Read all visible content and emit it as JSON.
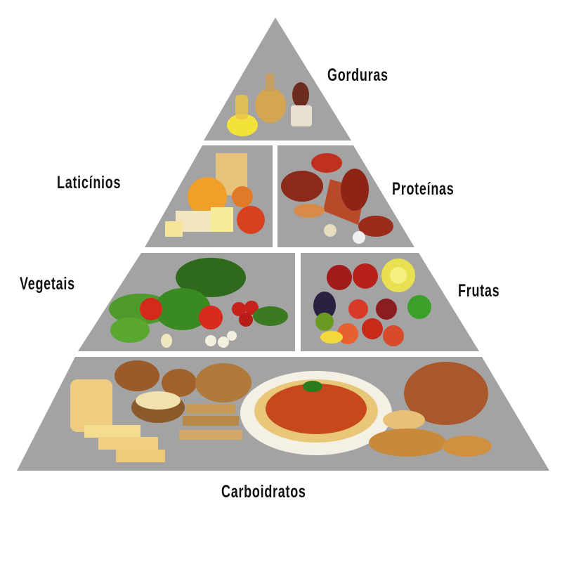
{
  "title": "Pirâmide alimentar",
  "tiers": {
    "fats": {
      "label": "Gorduras"
    },
    "dairy": {
      "label": "Laticínios"
    },
    "proteins": {
      "label": "Proteínas"
    },
    "vegetables": {
      "label": "Vegetais"
    },
    "fruits": {
      "label": "Frutas"
    },
    "carbs": {
      "label": "Carboidratos"
    }
  },
  "colors": {
    "tier_fill": "#a3a3a3",
    "background": "#ffffff",
    "label": "#111111"
  }
}
